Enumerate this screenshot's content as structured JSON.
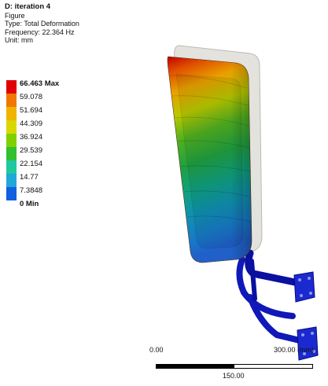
{
  "header": {
    "title": "D: iteration 4",
    "line1": "Figure",
    "line2": "Type: Total Deformation",
    "line3": "Frequency: 22.364 Hz",
    "line4": "Unit: mm"
  },
  "legend": {
    "max_label": "66.463 Max",
    "values": [
      "59.078",
      "51.694",
      "44.309",
      "36.924",
      "29.539",
      "22.154",
      "14.77",
      "7.3848"
    ],
    "min_label": "0 Min",
    "colors": [
      "#e00000",
      "#f07800",
      "#f0b400",
      "#d8d800",
      "#80d000",
      "#30c030",
      "#20c8a0",
      "#20a8d8",
      "#1060e0",
      "#0000d0"
    ]
  },
  "scale": {
    "left_label": "0.00",
    "right_label": "300.00 (mm)",
    "mid_label": "150.00"
  }
}
